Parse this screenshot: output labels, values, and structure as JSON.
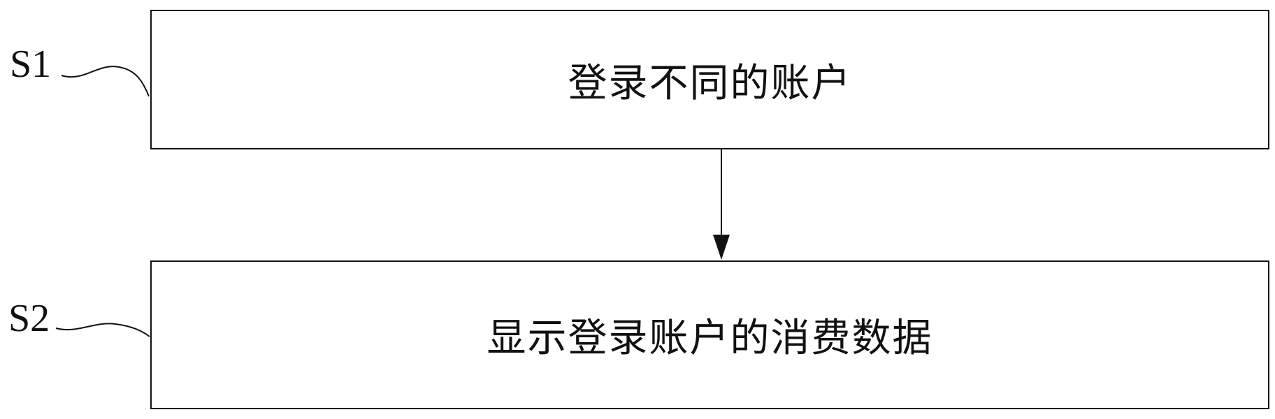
{
  "diagram": {
    "steps": [
      {
        "id": "S1",
        "label": "S1",
        "text": "登录不同的账户"
      },
      {
        "id": "S2",
        "label": "S2",
        "text": "显示登录账户的消费数据"
      }
    ],
    "edges": [
      {
        "from": "S1",
        "to": "S2",
        "type": "arrow"
      }
    ],
    "colors": {
      "stroke": "#111111",
      "background": "#ffffff"
    }
  }
}
